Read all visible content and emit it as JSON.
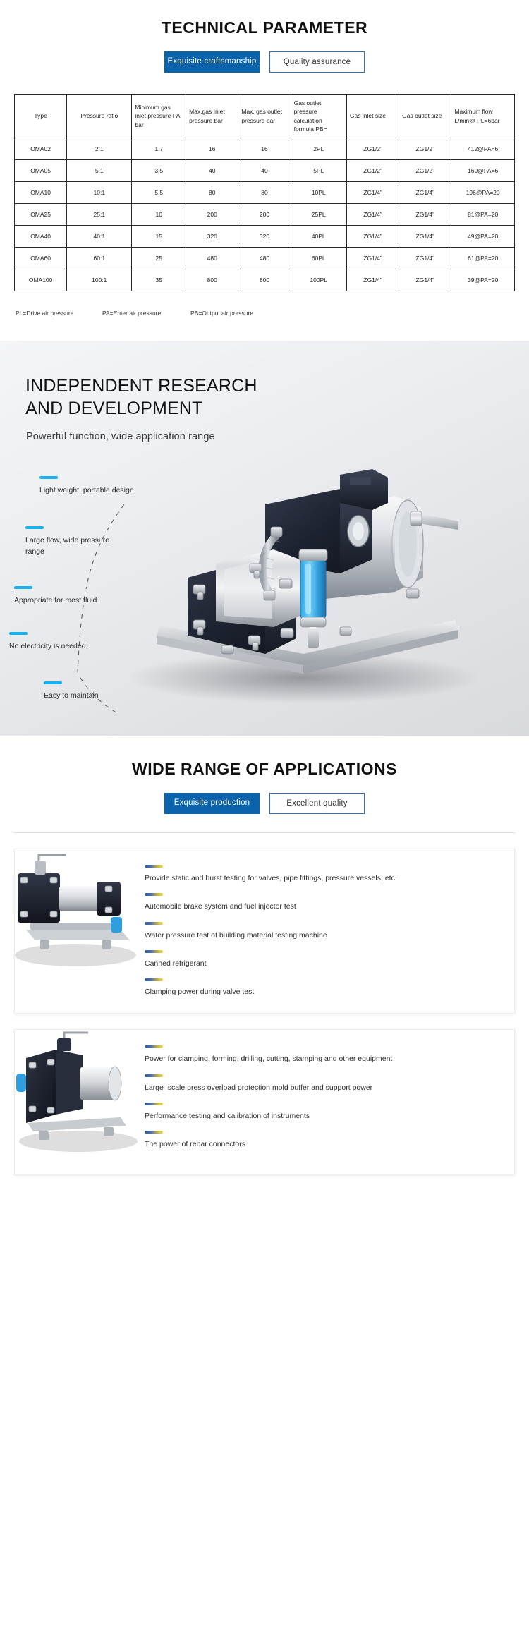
{
  "spec": {
    "title": "TECHNICAL PARAMETER",
    "pills": [
      {
        "label": "Exquisite craftsmanship",
        "style": "solid"
      },
      {
        "label": "Quality assurance",
        "style": "ghost"
      }
    ],
    "table": {
      "headers": [
        "Type",
        "Pressure ratio",
        "Minimum gas inlet pressure PA bar",
        "Max.gas Inlet pressure bar",
        "Max. gas outlet pressure bar",
        "Gas outlet pressure calculation formula PB=",
        "Gas inlet size",
        "Gas outlet size",
        "Maximum flow L/min@ PL=6bar"
      ],
      "rows": [
        [
          "OMA02",
          "2:1",
          "1.7",
          "16",
          "16",
          "2PL",
          "ZG1/2”",
          "ZG1/2”",
          "412@PA=6"
        ],
        [
          "OMA05",
          "5:1",
          "3.5",
          "40",
          "40",
          "5PL",
          "ZG1/2”",
          "ZG1/2”",
          "169@PA=6"
        ],
        [
          "OMA10",
          "10:1",
          "5.5",
          "80",
          "80",
          "10PL",
          "ZG1/4”",
          "ZG1/4”",
          "196@PA=20"
        ],
        [
          "OMA25",
          "25:1",
          "10",
          "200",
          "200",
          "25PL",
          "ZG1/4”",
          "ZG1/4”",
          "81@PA=20"
        ],
        [
          "OMA40",
          "40:1",
          "15",
          "320",
          "320",
          "40PL",
          "ZG1/4”",
          "ZG1/4”",
          "49@PA=20"
        ],
        [
          "OMA60",
          "60:1",
          "25",
          "480",
          "480",
          "60PL",
          "ZG1/4”",
          "ZG1/4”",
          "61@PA=20"
        ],
        [
          "OMA100",
          "100:1",
          "35",
          "800",
          "800",
          "100PL",
          "ZG1/4”",
          "ZG1/4”",
          "39@PA=20"
        ]
      ]
    },
    "legend": [
      "PL=Drive air pressure",
      "PA=Enter air pressure",
      "PB=Output air pressure"
    ]
  },
  "rd": {
    "title_line1": "INDEPENDENT RESEARCH",
    "title_line2": "AND DEVELOPMENT",
    "subtitle": "Powerful function, wide application range",
    "accent": "#17b3f0",
    "callouts": [
      "Light weight, portable design",
      "Large flow, wide pressure\nrange",
      "Appropriate for most fluid",
      "No electricity is needed.",
      "Easy to maintain"
    ]
  },
  "apps": {
    "title": "WIDE RANGE OF APPLICATIONS",
    "pills": [
      {
        "label": "Exquisite production",
        "style": "solid"
      },
      {
        "label": "Excellent quality",
        "style": "ghost"
      }
    ],
    "cards": [
      {
        "items": [
          "Provide static and burst testing for valves, pipe fittings, pressure vessels, etc.",
          "Automobile brake system and fuel injector test",
          "Water pressure test of building material testing machine",
          "Canned refrigerant",
          "Clamping power during valve test"
        ]
      },
      {
        "items": [
          "Power for clamping, forming, drilling, cutting, stamping and other equipment",
          "Large–scale press overload protection mold buffer and support power",
          "Performance testing and calibration of instruments",
          "The power of rebar connectors"
        ]
      }
    ]
  },
  "colors": {
    "brand_blue": "#0b64ab",
    "accent_cyan": "#17b3f0"
  }
}
